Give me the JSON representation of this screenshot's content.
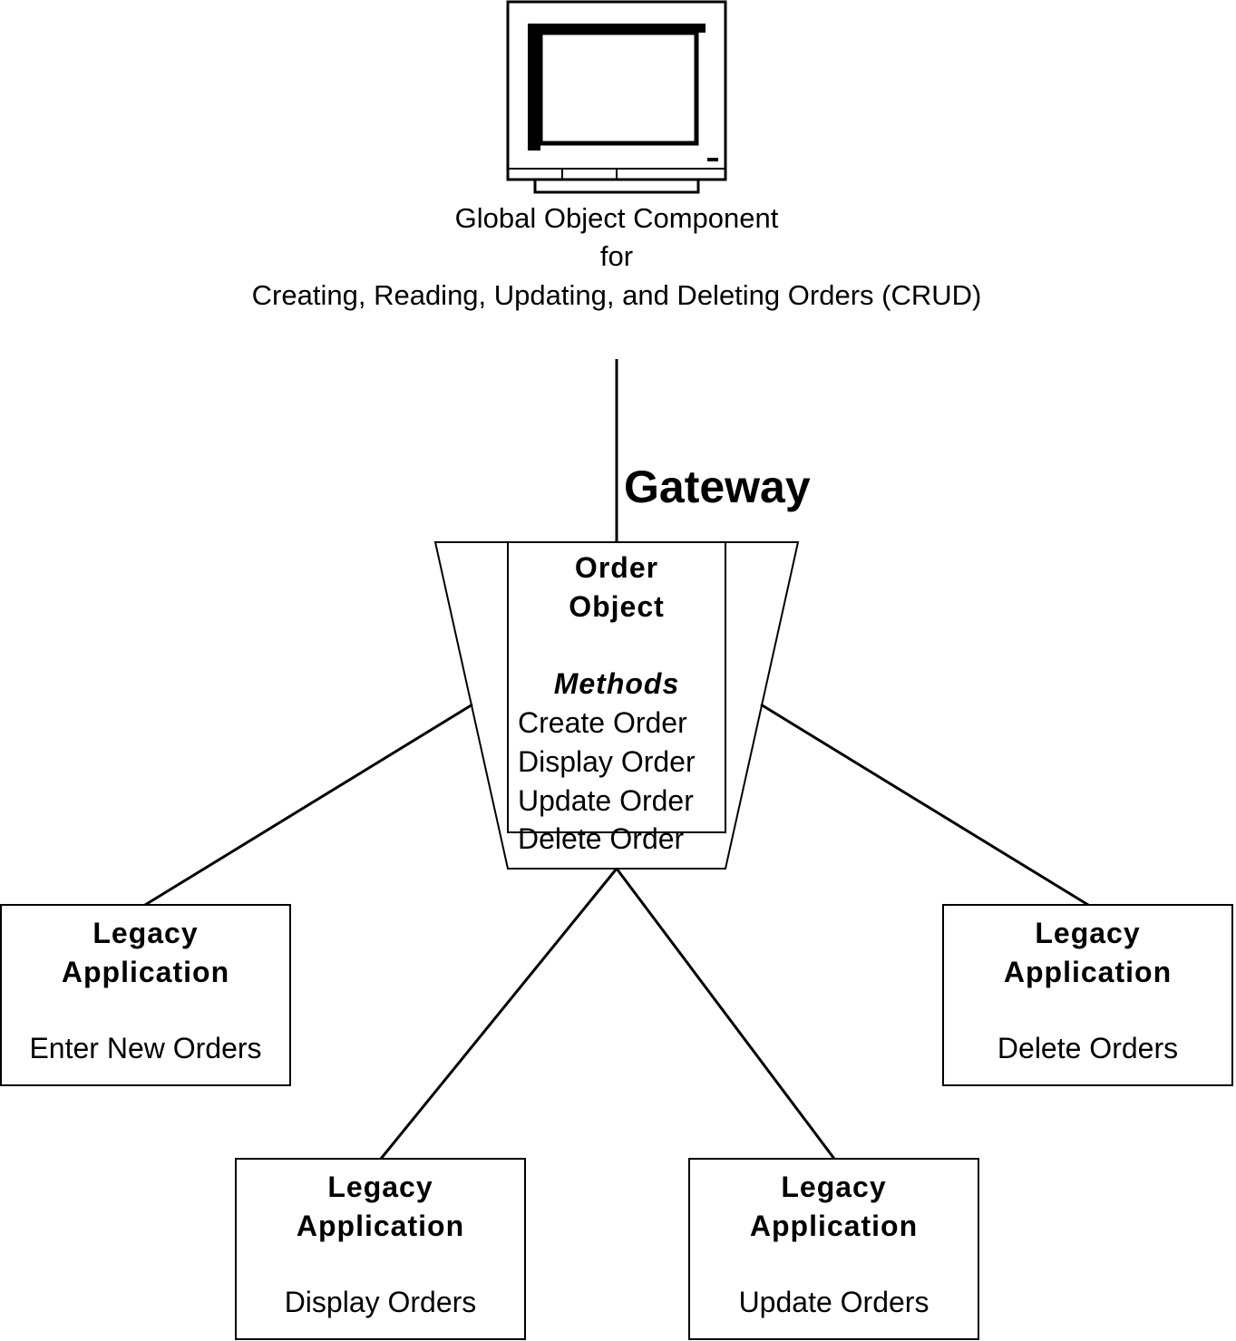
{
  "component": {
    "caption_line1": "Global Object Component",
    "caption_line2": "for",
    "caption_line3": "Creating, Reading, Updating, and Deleting Orders (CRUD)"
  },
  "gateway": {
    "label": "Gateway"
  },
  "order_object": {
    "title_line1": "Order",
    "title_line2": "Object",
    "methods_heading": "Methods",
    "methods": [
      "Create Order",
      "Display Order",
      "Update Order",
      "Delete Order"
    ]
  },
  "legacy_apps": [
    {
      "title_line1": "Legacy",
      "title_line2": "Application",
      "function": "Enter New Orders"
    },
    {
      "title_line1": "Legacy",
      "title_line2": "Application",
      "function": "Delete Orders"
    },
    {
      "title_line1": "Legacy",
      "title_line2": "Application",
      "function": "Display Orders"
    },
    {
      "title_line1": "Legacy",
      "title_line2": "Application",
      "function": "Update Orders"
    }
  ]
}
